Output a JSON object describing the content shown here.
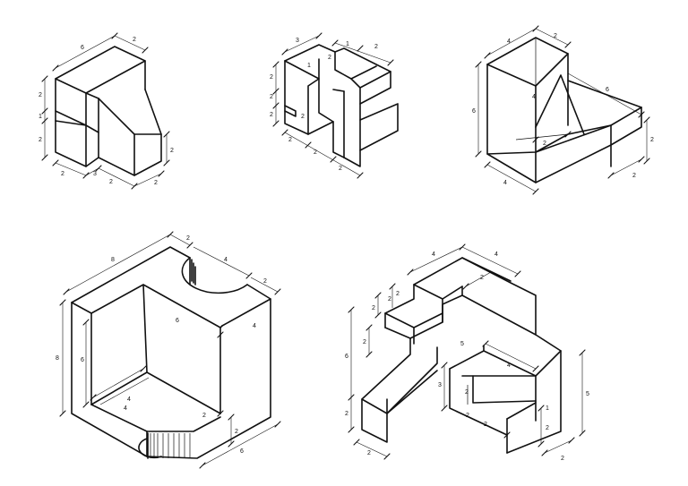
{
  "figures": [
    {
      "id": "fig1",
      "labels": [
        "6",
        "2",
        "2",
        "1",
        "2",
        "2",
        "2",
        "3",
        "2",
        "2"
      ]
    },
    {
      "id": "fig2",
      "labels": [
        "3",
        "1",
        "2",
        "2",
        "1",
        "2",
        "2",
        "2",
        "2",
        "2",
        "2",
        "2"
      ]
    },
    {
      "id": "fig3",
      "labels": [
        "4",
        "2",
        "6",
        "4",
        "6",
        "2",
        "2",
        "4",
        "2"
      ]
    },
    {
      "id": "fig4",
      "labels": [
        "8",
        "2",
        "4",
        "2",
        "6",
        "8",
        "6",
        "4",
        "4",
        "4",
        "2",
        "2",
        "6"
      ]
    },
    {
      "id": "fig5",
      "labels": [
        "4",
        "4",
        "2",
        "2",
        "2",
        "2",
        "2",
        "6",
        "2",
        "5",
        "4",
        "3",
        "2",
        "2",
        "2",
        "5",
        "1",
        "2",
        "2",
        "2"
      ]
    }
  ]
}
